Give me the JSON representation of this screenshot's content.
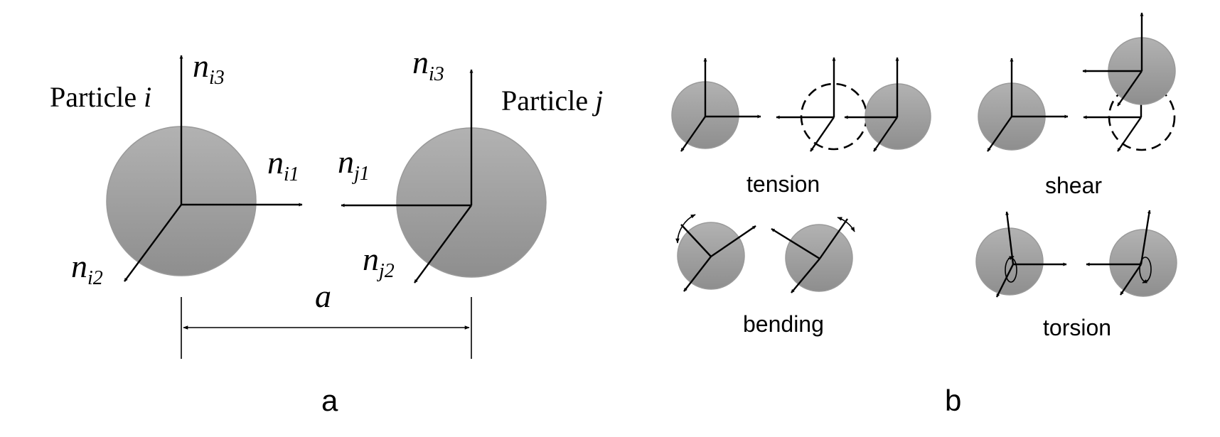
{
  "panel_a": {
    "particle_i_label": "Particle ",
    "particle_i_sym": "i",
    "particle_j_label": "Particle ",
    "particle_j_sym": "j",
    "n_base": "n",
    "ni3_sub": "i3",
    "ni1_sub": "i1",
    "ni2_sub": "i2",
    "nj3_sub": "i3",
    "nj1_sub": "j1",
    "nj2_sub": "j2",
    "distance_label": "a",
    "panel_label": "a"
  },
  "panel_b": {
    "tension_label": "tension",
    "shear_label": "shear",
    "bending_label": "bending",
    "torsion_label": "torsion",
    "panel_label": "b"
  },
  "colors": {
    "particle_top": "#b2b2b2",
    "particle_bottom": "#8c8c8c",
    "line": "#000000"
  }
}
